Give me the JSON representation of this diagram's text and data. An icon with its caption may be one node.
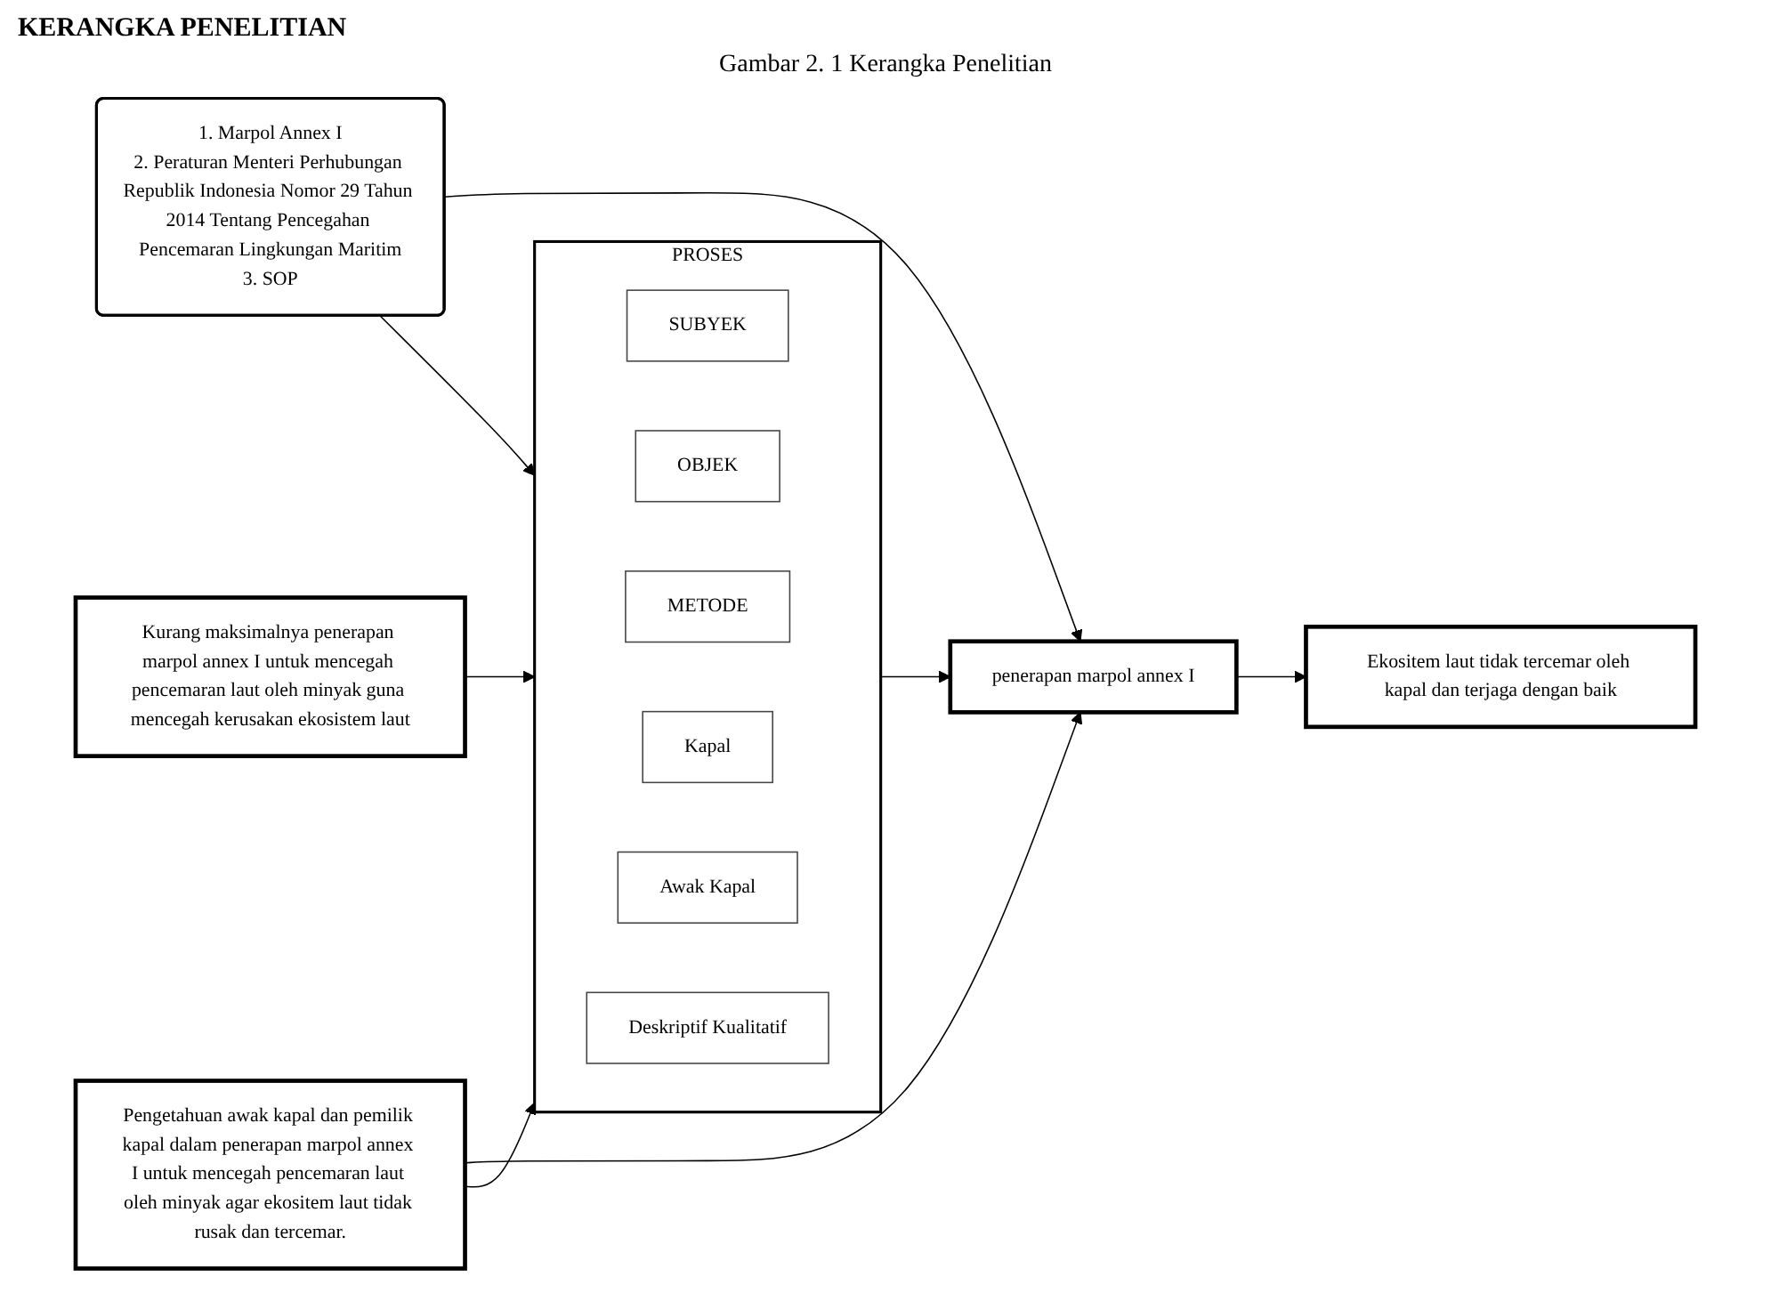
{
  "diagram": {
    "title": "KERANGKA PENELITIAN",
    "caption": "Gambar 2. 1 Kerangka Penelitian",
    "nodes": [
      {
        "text": [
          "1. Marpol Annex I",
          "2. Peraturan Menteri Perhubungan Republik Indonesia Nomor 29 Tahun 2014 Tentang Pencegahan Pencemaran Lingkungan Maritim",
          "3. SOP"
        ]
      },
      {
        "text": [
          "Kurang maksimalnya penerapan marpol annex I untuk mencegah pencemaran laut oleh minyak guna mencegah kerusakan ekosistem laut"
        ]
      },
      {
        "text": [
          "PROSES"
        ]
      },
      {
        "text": [
          "SUBYEK"
        ],
        "in": 2
      },
      {
        "text": [
          "OBJEK"
        ],
        "in": 2
      },
      {
        "text": [
          "METODE"
        ],
        "in": 2
      },
      {
        "text": [
          "Kapal"
        ],
        "in": 2
      },
      {
        "text": [
          "Awak Kapal"
        ],
        "in": 2
      },
      {
        "text": [
          "Deskriptif Kualitatif"
        ],
        "in": 2
      },
      {
        "text": [
          "penerapan marpol annex I"
        ]
      },
      {
        "text": [
          "Ekositem laut tidak tercemar oleh kapal dan terjaga dengan baik"
        ]
      },
      {
        "text": [
          "Pengetahuan awak kapal dan pemilik kapal dalam penerapan marpol annex I untuk mencegah pencemaran laut oleh minyak agar ekositem laut tidak rusak dan tercemar."
        ]
      }
    ],
    "edges": [
      {
        "from": 1,
        "to": 2,
        "arrow": "to"
      },
      {
        "from": 0,
        "to": 2,
        "arrow": "to"
      },
      {
        "from": 11,
        "to": 2,
        "arrow": "to"
      },
      {
        "from": 2,
        "to": 9,
        "arrow": "to"
      },
      {
        "from": 0,
        "to": 9,
        "arrow": "to"
      },
      {
        "from": 11,
        "to": 9,
        "arrow": "to"
      },
      {
        "from": 9,
        "to": 10,
        "arrow": "to"
      }
    ]
  }
}
